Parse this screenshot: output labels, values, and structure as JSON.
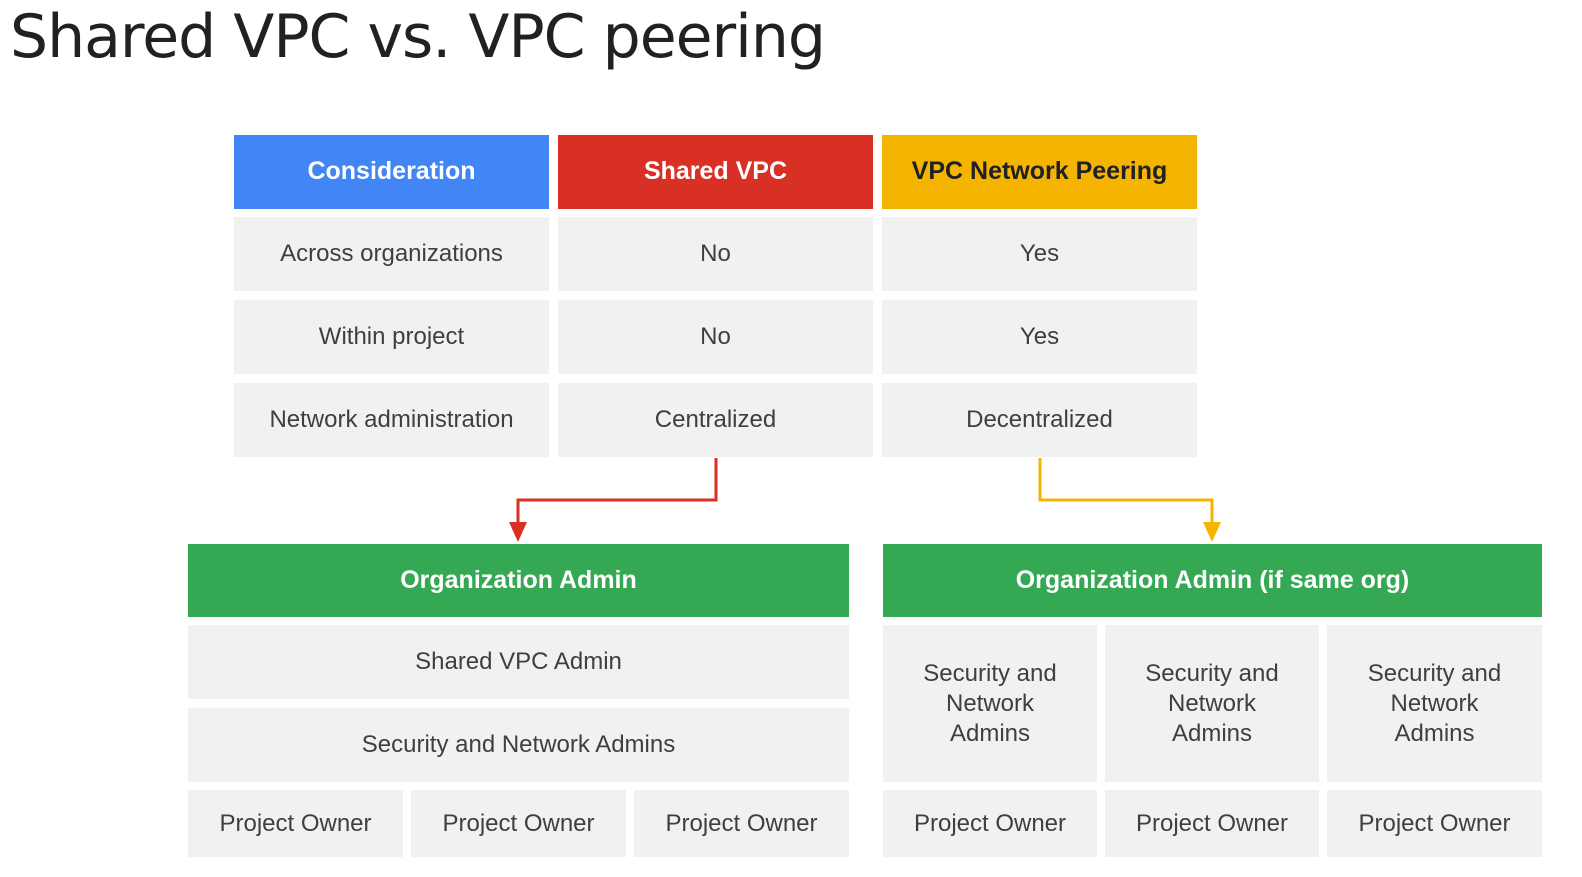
{
  "title": "Shared VPC vs. VPC peering",
  "colors": {
    "consideration": "#4285f4",
    "shared_vpc": "#d93025",
    "peering": "#f4b400",
    "admin": "#34a853",
    "cell": "#f1f1f1"
  },
  "table": {
    "headers": [
      "Consideration",
      "Shared VPC",
      "VPC Network Peering"
    ],
    "rows": [
      [
        "Across organizations",
        "No",
        "Yes"
      ],
      [
        "Within project",
        "No",
        "Yes"
      ],
      [
        "Network administration",
        "Centralized",
        "Decentralized"
      ]
    ]
  },
  "shared_hierarchy": {
    "top": "Organization Admin",
    "level2": "Shared VPC Admin",
    "level3": "Security and Network Admins",
    "owners": [
      "Project Owner",
      "Project Owner",
      "Project Owner"
    ]
  },
  "peering_hierarchy": {
    "top": "Organization Admin (if same org)",
    "admins": [
      "Security and Network Admins",
      "Security and Network Admins",
      "Security and Network Admins"
    ],
    "owners": [
      "Project Owner",
      "Project Owner",
      "Project Owner"
    ]
  }
}
